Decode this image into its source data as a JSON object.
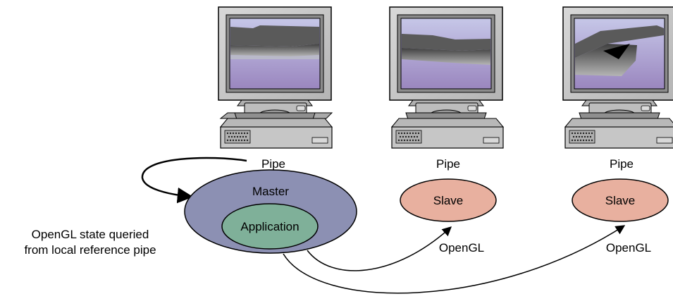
{
  "labels": {
    "pipe_1": "Pipe",
    "pipe_2": "Pipe",
    "pipe_3": "Pipe",
    "master": "Master",
    "application": "Application",
    "slave_1": "Slave",
    "slave_2": "Slave",
    "opengl_1": "OpenGL",
    "opengl_2": "OpenGL",
    "note_line_1": "OpenGL state queried",
    "note_line_2": "from local reference pipe"
  },
  "colors": {
    "master_fill": "#8c90b3",
    "application_fill": "#7fb099",
    "slave_fill": "#e8b09f",
    "screen_top": "#c6c7e8",
    "screen_bottom": "#9a86bf",
    "monitor_body": "#c8c8c8",
    "landscape_dark": "#4a4a4a",
    "landscape_light": "#a8a8a8"
  },
  "icons": [
    "crt-monitor-icon",
    "desktop-base-unit-icon",
    "curved-arrow-icon"
  ]
}
